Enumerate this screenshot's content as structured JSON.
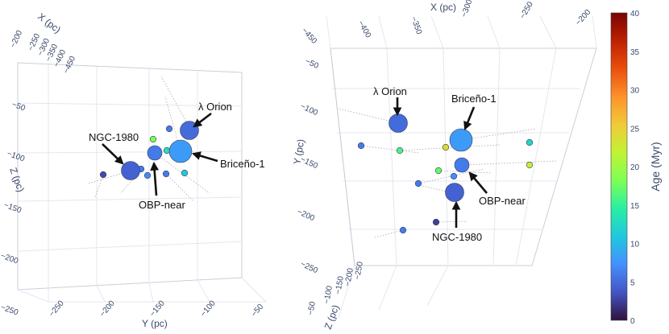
{
  "chart_data": [
    {
      "type": "scatter",
      "axes": {
        "x": {
          "title": "X (pc)",
          "ticks": [
            "−200",
            "−250",
            "−300",
            "−350",
            "−400",
            "−450"
          ]
        },
        "y": {
          "title": "Y (pc)",
          "ticks": [
            "−250",
            "−200",
            "−150",
            "−100",
            "−50"
          ]
        },
        "z": {
          "title": "Z (pc)",
          "ticks": [
            "−50",
            "−100",
            "−150",
            "−200",
            "−250"
          ]
        }
      },
      "annotations": [
        {
          "id": "lambda",
          "text": "λ Orion"
        },
        {
          "id": "briceno",
          "text": "Briceño-1"
        },
        {
          "id": "ngc",
          "text": "NGC-1980"
        },
        {
          "id": "obp",
          "text": "OBP-near"
        }
      ],
      "points": [
        {
          "name": "λ Orion",
          "age": 5,
          "size": 3
        },
        {
          "name": "Briceño-1",
          "age": 8,
          "size": 4
        },
        {
          "name": "NGC-1980",
          "age": 4.5,
          "size": 3
        },
        {
          "name": "OBP-near",
          "age": 6,
          "size": 2
        },
        {
          "age": 6,
          "size": 1
        },
        {
          "age": 18,
          "size": 1
        },
        {
          "age": 13,
          "size": 1
        },
        {
          "age": 11,
          "size": 1
        },
        {
          "age": 6,
          "size": 1
        },
        {
          "age": 6,
          "size": 1
        },
        {
          "age": 3,
          "size": 1
        },
        {
          "age": 7,
          "size": 1
        }
      ]
    },
    {
      "type": "scatter",
      "axes": {
        "x": {
          "title": "X (pc)",
          "ticks": [
            "−450",
            "−400",
            "−350",
            "−300",
            "−250",
            "−200"
          ]
        },
        "y": {
          "title": "Y (pc)",
          "ticks": [
            "−50",
            "−100",
            "−150",
            "−200",
            "−250"
          ]
        },
        "z": {
          "title": "Z (pc)",
          "ticks": [
            "−50",
            "−100",
            "−150",
            "−200",
            "−250"
          ]
        }
      },
      "annotations": [
        {
          "id": "lambda",
          "text": "λ Orion"
        },
        {
          "id": "briceno",
          "text": "Briceño-1"
        },
        {
          "id": "obp",
          "text": "OBP-near"
        },
        {
          "id": "ngc",
          "text": "NGC-1980"
        }
      ],
      "points": [
        {
          "name": "λ Orion",
          "age": 5,
          "size": 3
        },
        {
          "name": "Briceño-1",
          "age": 8,
          "size": 4
        },
        {
          "name": "OBP-near",
          "age": 6,
          "size": 2
        },
        {
          "name": "NGC-1980",
          "age": 4.5,
          "size": 3
        },
        {
          "age": 6,
          "size": 1
        },
        {
          "age": 16,
          "size": 1
        },
        {
          "age": 24,
          "size": 1
        },
        {
          "age": 17,
          "size": 1
        },
        {
          "age": 12,
          "size": 1
        },
        {
          "age": 22,
          "size": 1
        },
        {
          "age": 6,
          "size": 1
        },
        {
          "age": 2.5,
          "size": 1
        },
        {
          "age": 7,
          "size": 1
        },
        {
          "age": 6,
          "size": 1
        }
      ]
    }
  ],
  "colorbar": {
    "title": "Age (Myr)",
    "min": 0,
    "max": 40,
    "ticks": [
      "0",
      "5",
      "10",
      "15",
      "20",
      "25",
      "30",
      "35",
      "40"
    ],
    "colorscale": [
      "#30123b",
      "#4454c4",
      "#4490fe",
      "#1fc8de",
      "#29efa2",
      "#7eff55",
      "#c1f334",
      "#f1ca3a",
      "#fe922a",
      "#ea4f0d",
      "#be2102",
      "#7a0403"
    ]
  }
}
